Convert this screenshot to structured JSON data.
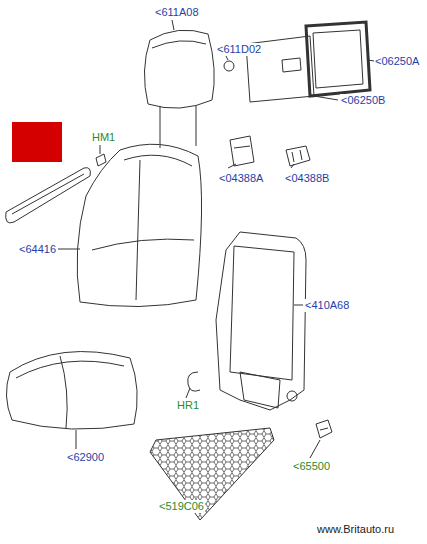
{
  "diagram": {
    "labels": [
      "<611A08",
      "<611D02",
      "<06250A",
      "<06250B",
      "HM1",
      "<04388A",
      "<04388B",
      "<64416",
      "<410A68",
      "<62900",
      "HR1",
      "<65500",
      "<519C06",
      "www.Britauto.ru"
    ]
  }
}
